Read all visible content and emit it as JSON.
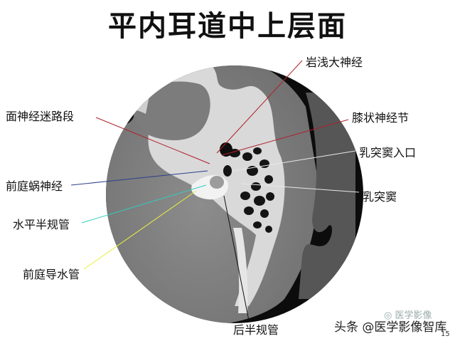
{
  "title": "平内耳道中上层面",
  "labels": {
    "petrosal_nerve": "岩浅大神经",
    "facial_labyrinthine": "面神经迷路段",
    "geniculate": "膝状神经节",
    "aditus": "乳突窦入口",
    "cochlear_nerve": "前庭蜗神经",
    "mastoid_antrum": "乳突窦",
    "lateral_canal": "水平半规管",
    "vestibular_aqueduct": "前庭导水管",
    "posterior_canal": "后半规管"
  },
  "watermark": "头条 @医学影像智库",
  "watermark_faint": "◎ 医学影像",
  "page_number": "15",
  "colors": {
    "line_petrosal": "#b0202a",
    "line_facial": "#b0202a",
    "line_geniculate": "#b0202a",
    "line_aditus": "#222222",
    "line_cochlear": "#2a3f8a",
    "line_antrum": "#222222",
    "line_lateral": "#2fd0c0",
    "line_vestibular": "#e8f040",
    "line_posterior": "#111111"
  }
}
